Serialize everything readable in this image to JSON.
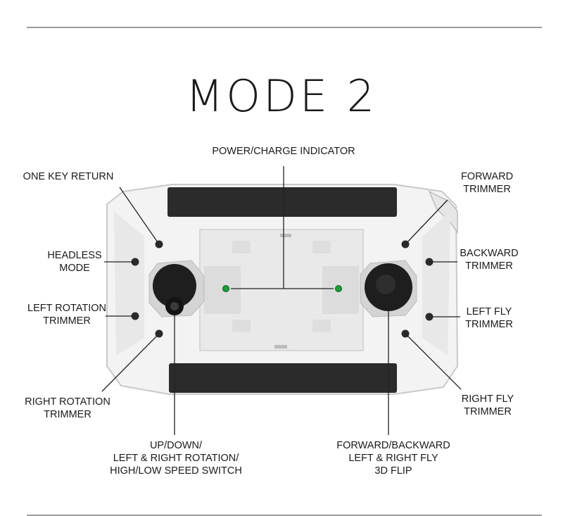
{
  "title": "MODE 2",
  "labels": {
    "power_indicator": [
      "POWER/CHARGE INDICATOR"
    ],
    "one_key_return": [
      "ONE KEY RETURN"
    ],
    "headless_mode": [
      "HEADLESS",
      "MODE"
    ],
    "left_rotation_trimmer": [
      "LEFT ROTATION",
      "TRIMMER"
    ],
    "right_rotation_trimmer": [
      "RIGHT ROTATION",
      "TRIMMER"
    ],
    "left_stick": [
      "UP/DOWN/",
      "LEFT & RIGHT ROTATION/",
      "HIGH/LOW SPEED SWITCH"
    ],
    "forward_trimmer": [
      "FORWARD",
      "TRIMMER"
    ],
    "backward_trimmer": [
      "BACKWARD",
      "TRIMMER"
    ],
    "left_fly_trimmer": [
      "LEFT FLY",
      "TRIMMER"
    ],
    "right_fly_trimmer": [
      "RIGHT FLY",
      "TRIMMER"
    ],
    "right_stick": [
      "FORWARD/BACKWARD",
      "LEFT & RIGHT FLY",
      "3D FLIP"
    ]
  },
  "colors": {
    "body": "#f4f4f4",
    "grip": "#2b2b2b",
    "indicator": "#1f9a3a"
  }
}
